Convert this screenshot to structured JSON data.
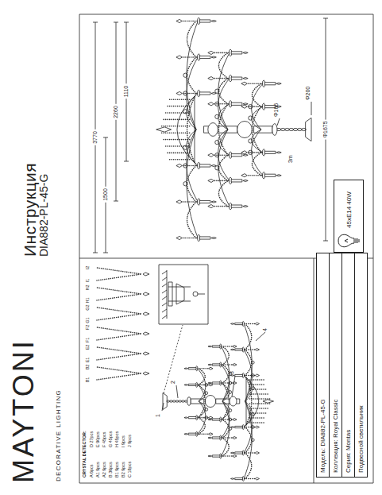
{
  "diagram": {
    "title": "Инструкция",
    "nodes": [
      {
        "text": [
          "Модель: DIA882-PL-45-G",
          "Коллекция: Royal Classic",
          "Серия: Montas",
          "Подвесной светильник"
        ]
      },
      {
        "text": [
          "45xE14 40W"
        ]
      }
    ],
    "labels": [
      "MAYTONI",
      "DECORATIVE LIGHTING",
      "DIA882-PL-45-G",
      "3770",
      "1500",
      "2260",
      "1110",
      "Φ166",
      "3m",
      "Φ200",
      "Φ1675",
      "CRYSTAL DETECTOR:",
      "A 6pcs",
      "A1 9pcs",
      "A2 9pcs",
      "B 36pcs",
      "B1 9pcs",
      "B2 9pcs",
      "C 18pcs",
      "D 27pcs",
      "E 90pcs",
      "F 45pcs",
      "G 45pcs",
      "H 45pcs",
      "I 9pcs",
      "J 9pcs",
      "B1",
      "B2",
      "E1",
      "E2",
      "F1",
      "F2",
      "G1",
      "G2",
      "H1",
      "H2",
      "I1",
      "I2",
      "1",
      "2",
      "3",
      "4"
    ]
  }
}
